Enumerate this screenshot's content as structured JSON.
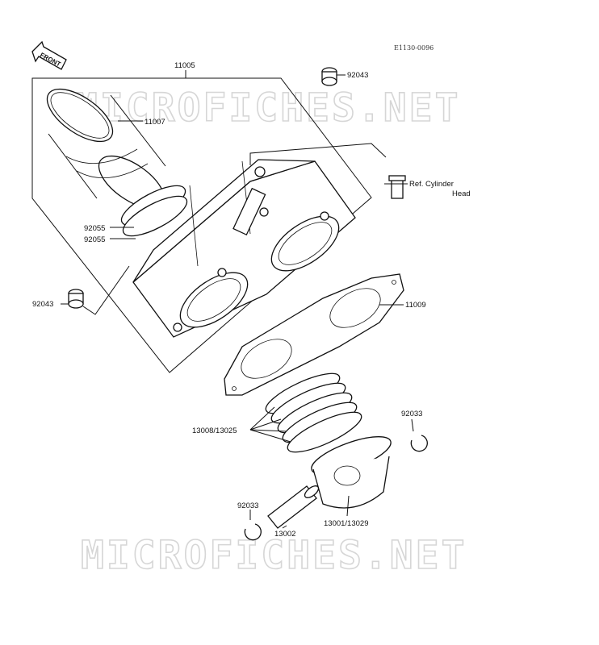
{
  "diagram": {
    "drawing_code": "E1130-0096",
    "front_label": "FRONT",
    "watermark": "MICROFICHES.NET",
    "callouts": {
      "cylinder_assy": "11005",
      "cylinder_sleeve": "11007",
      "ring_upper": "92055",
      "ring_lower": "92055",
      "dowel_top": "92043",
      "dowel_left": "92043",
      "ref_line1": "Ref. Cylinder",
      "ref_line2": "Head",
      "base_gasket": "11009",
      "piston_rings": "13008/13025",
      "circlip_right": "92033",
      "circlip_left": "92033",
      "piston_pin": "13002",
      "piston": "13001/13029"
    }
  }
}
